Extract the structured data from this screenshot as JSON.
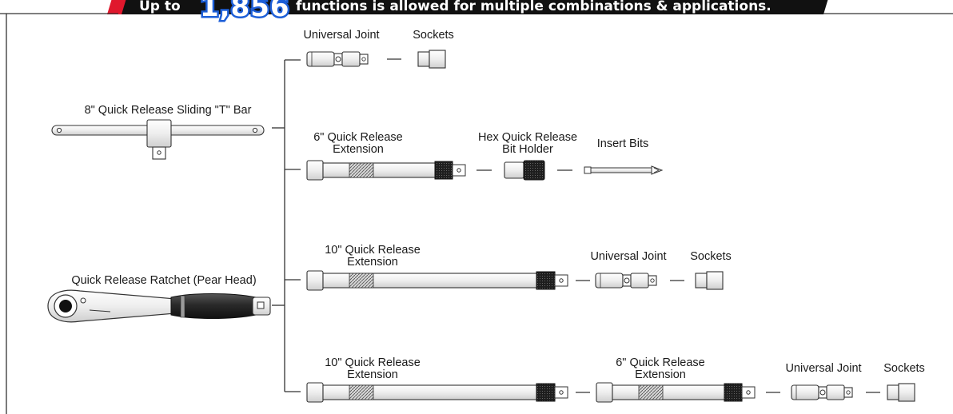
{
  "banner": {
    "prefix": "Up to",
    "number": "1,856",
    "suffix": "functions is allowed for multiple combinations & applications.",
    "colors": {
      "band": "#111111",
      "accent": "#e0182d",
      "number_outline": "#1d5fd8"
    }
  },
  "base_tools": {
    "t_bar": "8\" Quick Release Sliding \"T\" Bar",
    "ratchet": "Quick Release Ratchet (Pear Head)"
  },
  "rows": {
    "r1": {
      "universal_joint": "Universal Joint",
      "sockets": "Sockets"
    },
    "r2": {
      "extension_line1": "6\" Quick Release",
      "extension_line2": "Extension",
      "bit_holder_line1": "Hex Quick Release",
      "bit_holder_line2": "Bit Holder",
      "insert_bits": "Insert Bits"
    },
    "r3": {
      "extension_line1": "10\" Quick Release",
      "extension_line2": "Extension",
      "universal_joint": "Universal Joint",
      "sockets": "Sockets"
    },
    "r4": {
      "extension_a_line1": "10\" Quick Release",
      "extension_a_line2": "Extension",
      "extension_b_line1": "6\" Quick Release",
      "extension_b_line2": "Extension",
      "universal_joint": "Universal Joint",
      "sockets": "Sockets"
    }
  }
}
